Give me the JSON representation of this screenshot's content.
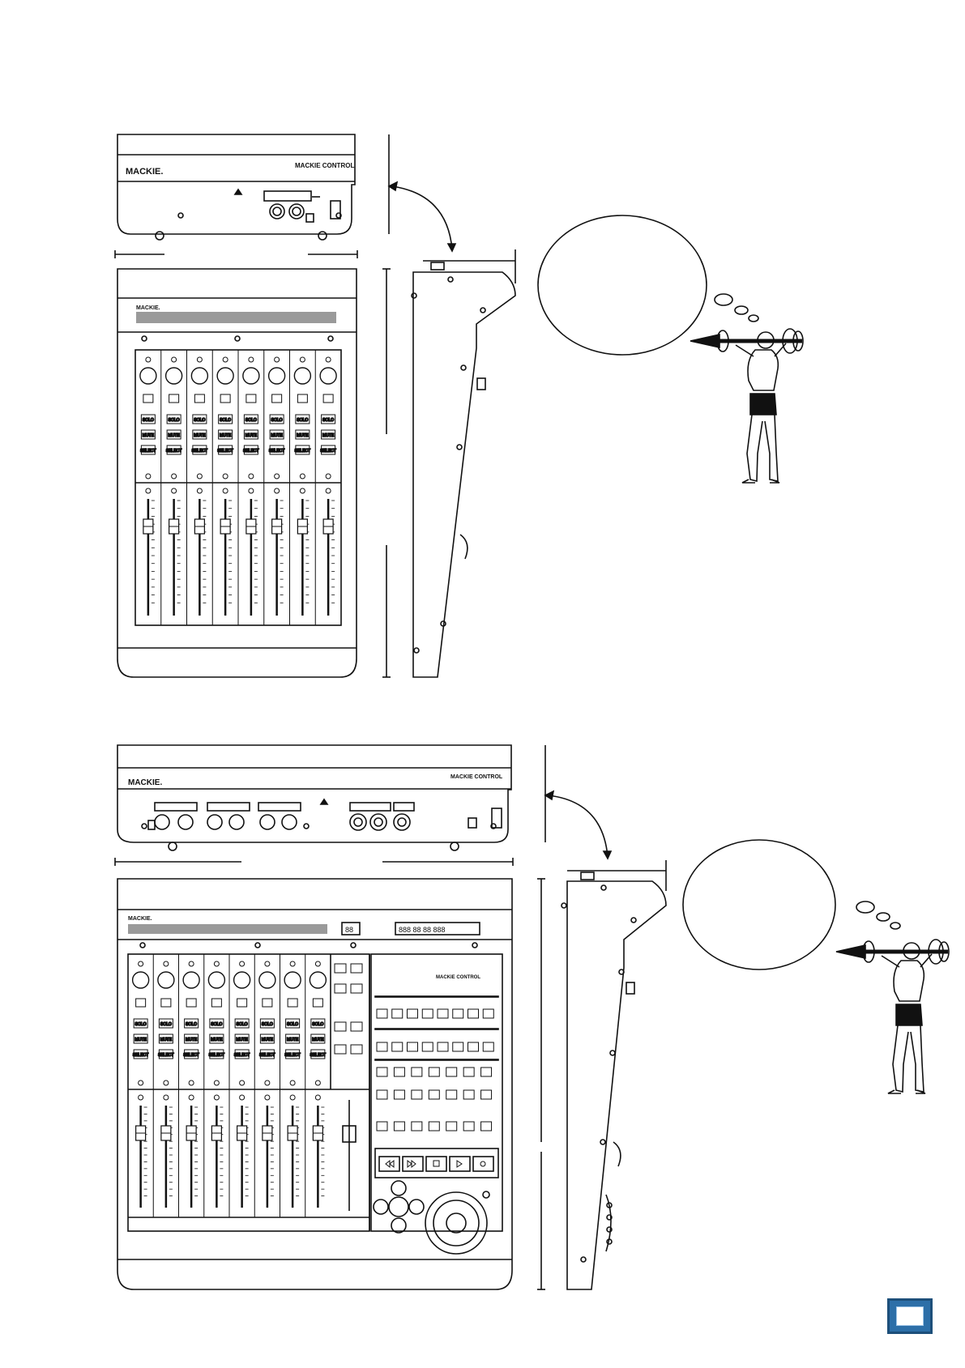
{
  "figure": {
    "brand": "MACKIE.",
    "model": "MACKIE CONTROL",
    "strip": {
      "solo": "SOLO",
      "mute": "MUTE",
      "select": "SELECT"
    },
    "timecode_display": "888 88 88 888",
    "assignment_display": "88",
    "channel_count": 8
  },
  "icons": {
    "page_badge": "page-tab-icon"
  },
  "colors": {
    "line": "#111111",
    "lcd_fill": "#9a9a9a",
    "badge": "#2d6fa8"
  }
}
